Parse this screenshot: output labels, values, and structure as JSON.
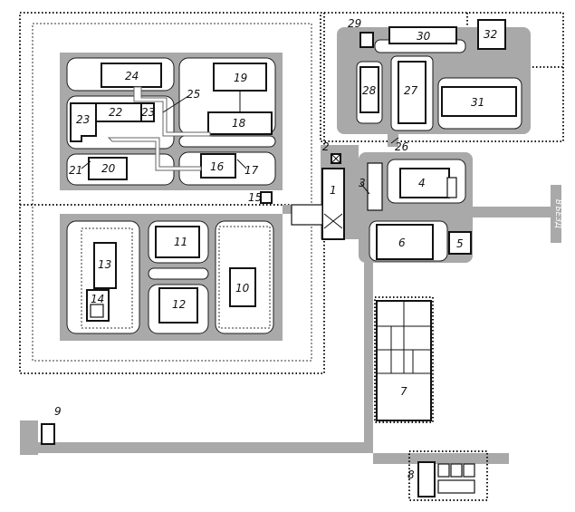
{
  "diagram": {
    "labels": {
      "b1": "1",
      "b2": "2",
      "b3": "3",
      "b4": "4",
      "b5": "5",
      "b6": "6",
      "b7": "7",
      "b8": "8",
      "b9": "9",
      "b10": "10",
      "b11": "11",
      "b12": "12",
      "b13": "13",
      "b14": "14",
      "b15": "15",
      "b16": "16",
      "b17": "17",
      "b18": "18",
      "b19": "19",
      "b20": "20",
      "b21": "21",
      "b22": "22",
      "b23a": "23",
      "b23b": "23",
      "b24": "24",
      "b25": "25",
      "b26": "26",
      "b27": "27",
      "b28": "28",
      "b29": "29",
      "b30": "30",
      "b31": "31",
      "b32": "32"
    },
    "entry_label": "ВЪЕЗД",
    "colors": {
      "road": "#a9a9a9",
      "lines": "#111111",
      "background": "#ffffff"
    }
  }
}
